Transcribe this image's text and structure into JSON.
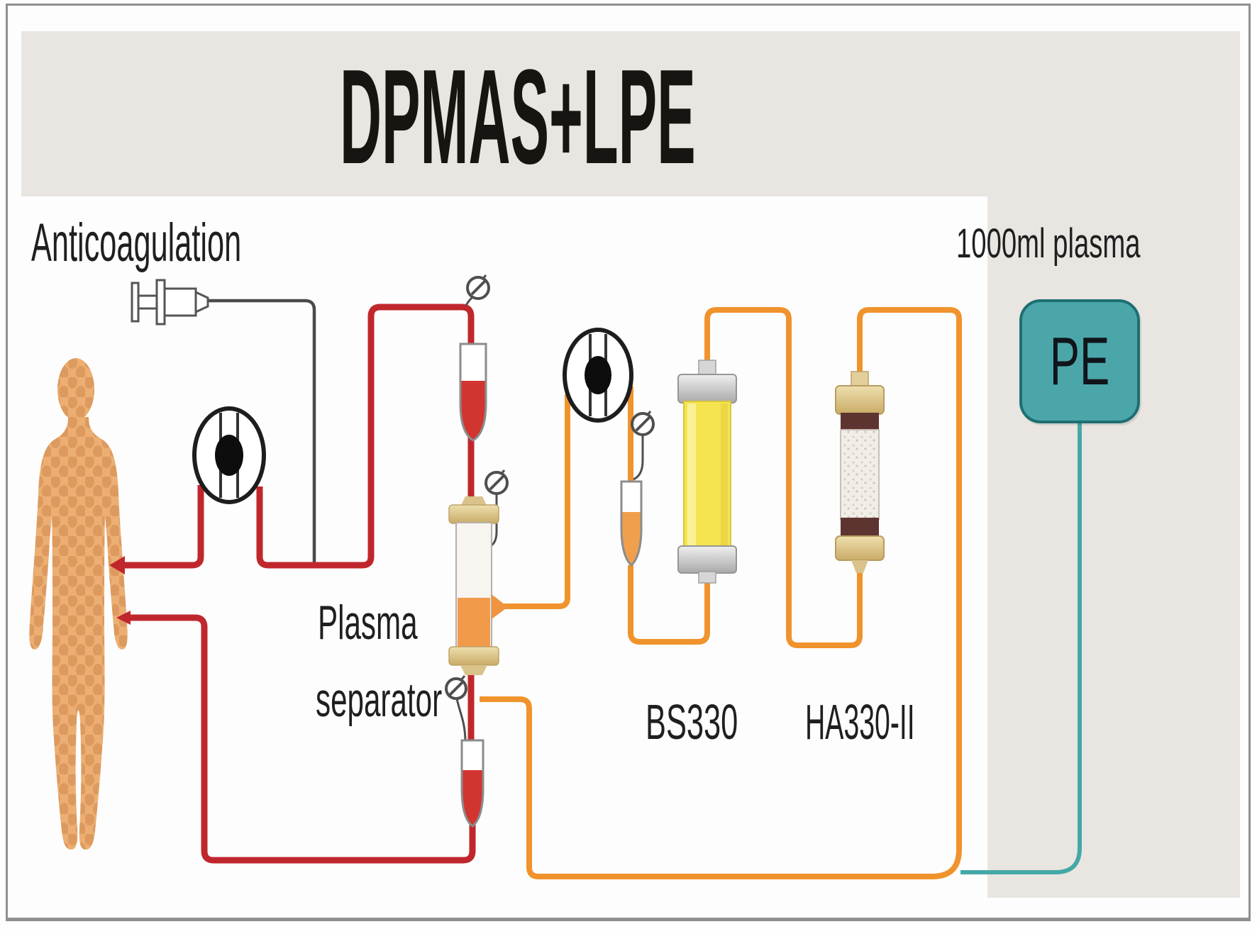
{
  "title": "DPMAS+LPE",
  "labels": {
    "anticoagulation": "Anticoagulation",
    "plasma_separator": [
      "Plasma",
      "separator"
    ],
    "bs330": "BS330",
    "ha330": "HA330-II",
    "plasma_volume": "1000ml plasma",
    "pe": "PE"
  },
  "icons": {
    "syringe-icon": "anticoagulant syringe",
    "roller-pump-icon": "circle with black rotor ellipse (x2)",
    "pressure-gauge-icon": "small circle with diagonal needle (x4)",
    "drip-chamber-icon": "tube chamber, blood x2 / plasma x1",
    "patient-icon": "tan human silhouette"
  },
  "colors": {
    "blood_line": "#c0272d",
    "blood_fill": "#d23430",
    "plasma_line": "#f0932c",
    "plasma_fill": "#f09a4a",
    "pe_line": "#44a8a6",
    "pe_box_fill": "#4ba6a9",
    "pe_box_border": "#1e6f73",
    "anticoag_line": "#4a4a4a",
    "banner_bg": "#e9e5e1",
    "panel_bg": "#e9e5e1",
    "patient_fill": "#ecae72",
    "bs330_fill": "#f5e44f",
    "ha330_band": "#5d3430",
    "cap_beige": "#dcc890",
    "cap_gray": "#c8c8c8",
    "text_color": "#1f1f1f"
  }
}
